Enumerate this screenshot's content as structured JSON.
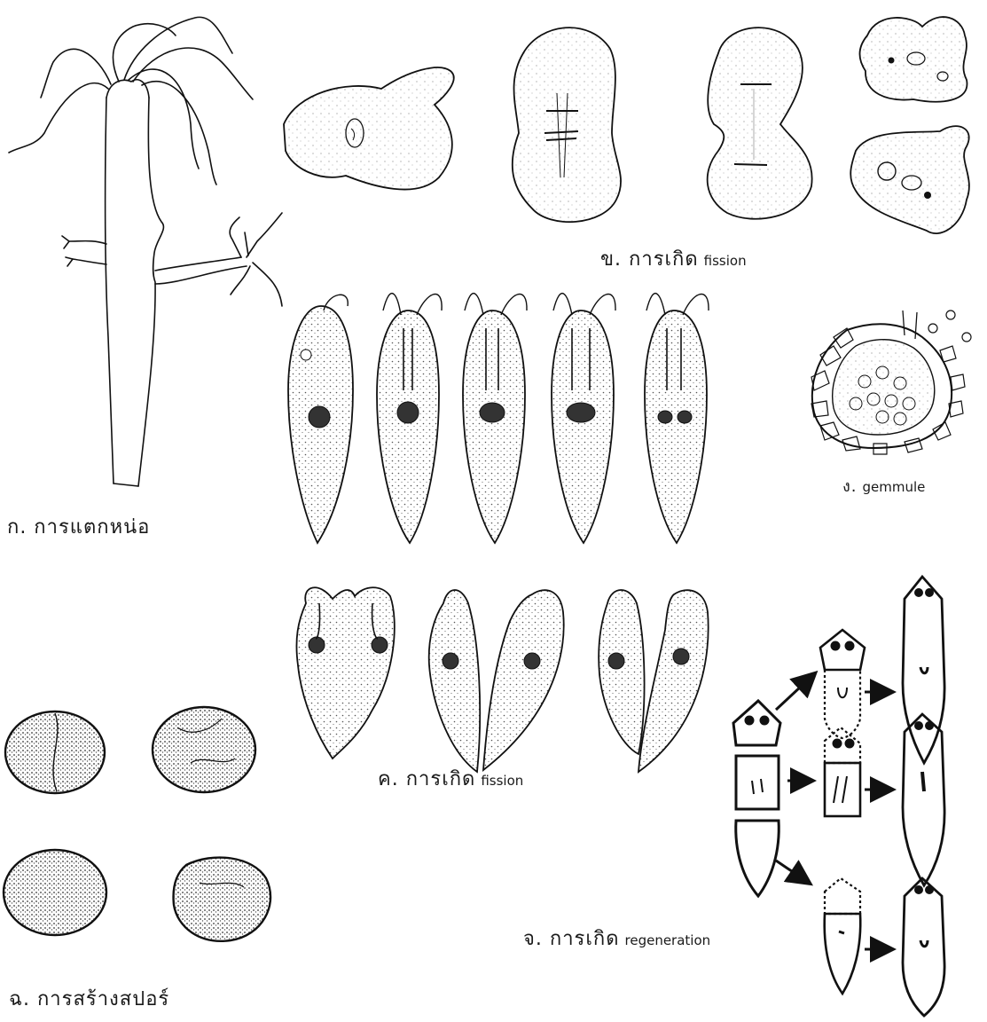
{
  "captions": {
    "budding": {
      "thai": "ก. การแตกหน่อ",
      "en": ""
    },
    "amoeba_fission": {
      "thai": "ข. การเกิด",
      "en": "fission"
    },
    "euglena_fission": {
      "thai": "ค. การเกิด",
      "en": "fission"
    },
    "gemmule": {
      "thai": "ง.",
      "en": "gemmule"
    },
    "regeneration": {
      "thai": "จ. การเกิด",
      "en": "regeneration"
    },
    "spore": {
      "thai": "ฉ. การสร้างสปอร์",
      "en": ""
    }
  },
  "colors": {
    "ink": "#111111",
    "paper": "#ffffff",
    "stipple": "#555555"
  }
}
